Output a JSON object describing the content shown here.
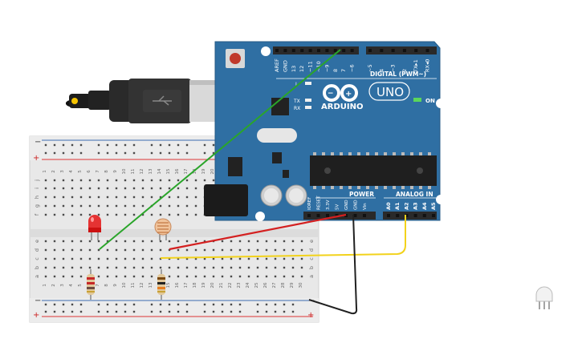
{
  "arduino": {
    "digital_header": "DIGITAL (PWM~)",
    "analog_header": "ANALOG IN",
    "power_header": "POWER",
    "logo_text": "ARDUINO",
    "model": "UNO",
    "on_label": "ON",
    "tx_label": "TX",
    "rx_label": "RX",
    "l_label": "L",
    "digital_pins": [
      "AREF",
      "GND",
      "13",
      "12",
      "~11",
      "~10",
      "~9",
      "8",
      "7",
      "~6",
      "~5",
      "4",
      "~3",
      "2",
      "TX▸1",
      "RX◂0"
    ],
    "power_pins": [
      "IOREF",
      "RESET",
      "3.3V",
      "5V",
      "GND",
      "GND",
      "Vin"
    ],
    "analog_pins": [
      "A0",
      "A1",
      "A2",
      "A3",
      "A4",
      "A5"
    ]
  },
  "breadboard": {
    "row_letters_top": [
      "j",
      "i",
      "h",
      "g",
      "f"
    ],
    "row_letters_bottom": [
      "e",
      "d",
      "c",
      "b",
      "a"
    ],
    "rail_minus": "−",
    "rail_plus": "+",
    "columns": [
      "1",
      "2",
      "3",
      "4",
      "5",
      "6",
      "7",
      "8",
      "9",
      "10",
      "11",
      "12",
      "13",
      "14",
      "15",
      "16",
      "17",
      "18",
      "19",
      "20",
      "21",
      "22",
      "23",
      "24",
      "25",
      "26",
      "27",
      "28",
      "29",
      "30"
    ]
  },
  "components": [
    "usb-cable",
    "led-red",
    "photoresistor",
    "resistor",
    "resistor",
    "temperature-sensor"
  ],
  "wires": [
    {
      "name": "wire-green",
      "color": "#2aa52a"
    },
    {
      "name": "wire-red",
      "color": "#d42020"
    },
    {
      "name": "wire-yellow",
      "color": "#f2d21b"
    },
    {
      "name": "wire-black",
      "color": "#202020"
    }
  ]
}
